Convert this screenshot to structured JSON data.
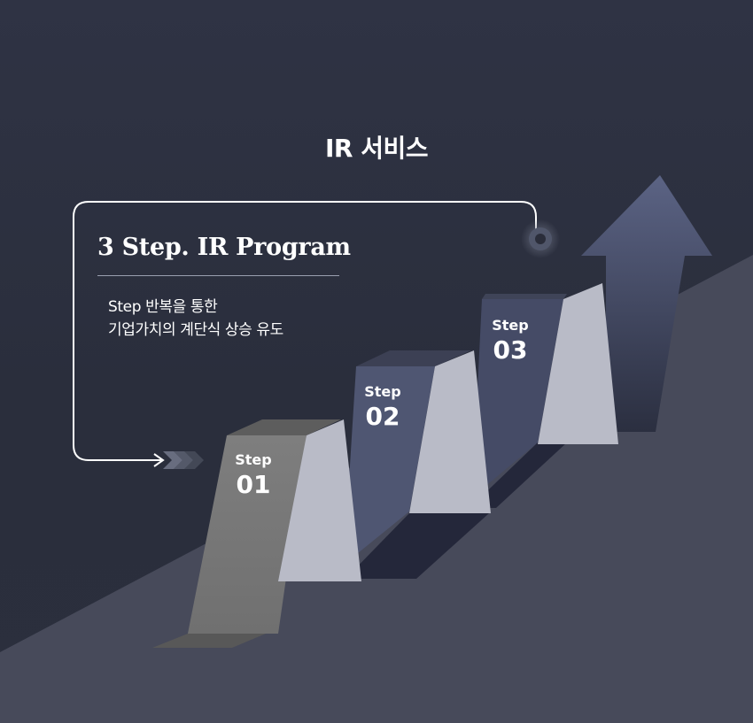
{
  "header": {
    "title": "IR 서비스"
  },
  "program": {
    "title": "3 Step. IR Program",
    "description_line1": "Step 반복을 통한",
    "description_line2": "기업가치의 계단식 상승 유도"
  },
  "steps": [
    {
      "word": "Step",
      "number": "01"
    },
    {
      "word": "Step",
      "number": "02"
    },
    {
      "word": "Step",
      "number": "03"
    }
  ],
  "colors": {
    "background": "#2f3344",
    "ground": "#474a5a",
    "step1_face": "#7a7a7a",
    "step2_face": "#4f5672",
    "step3_face": "#454b66",
    "riser": "#b8bac6",
    "arrow": "#586080"
  }
}
